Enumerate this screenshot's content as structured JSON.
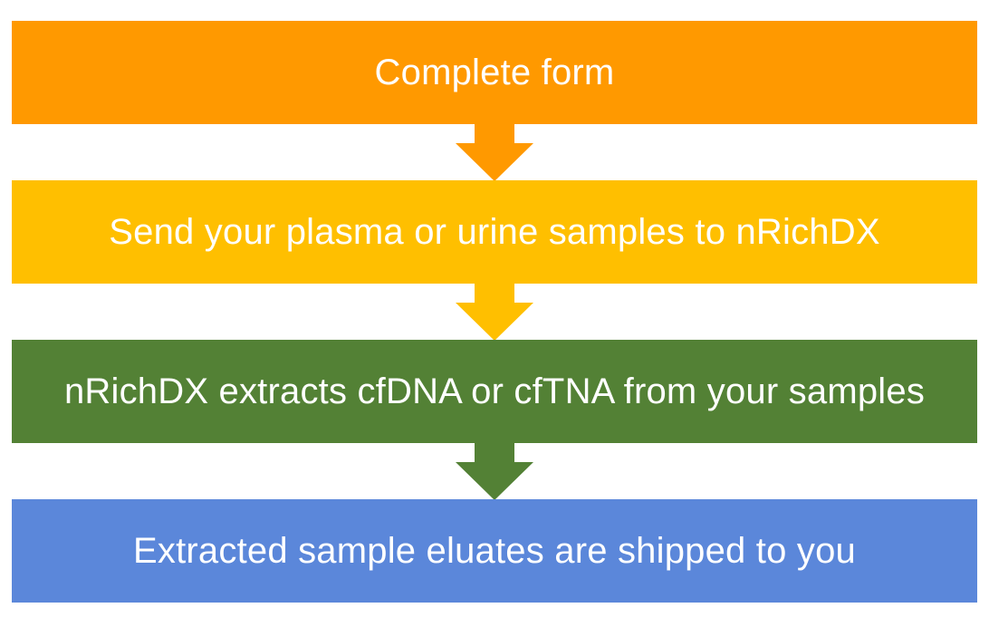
{
  "flowchart": {
    "steps": [
      {
        "label": "Complete form",
        "color": "#FF9900"
      },
      {
        "label": "Send your plasma or urine samples to nRichDX",
        "color": "#FFBF00"
      },
      {
        "label": "nRichDX extracts cfDNA or cfTNA from your samples",
        "color": "#538135"
      },
      {
        "label": "Extracted sample eluates are shipped to you",
        "color": "#5B87DA"
      }
    ],
    "arrows": [
      {
        "from": 1,
        "to": 2,
        "color": "#FF9900",
        "icon": "arrow-down-icon"
      },
      {
        "from": 2,
        "to": 3,
        "color": "#FFBF00",
        "icon": "arrow-down-icon"
      },
      {
        "from": 3,
        "to": 4,
        "color": "#538135",
        "icon": "arrow-down-icon"
      }
    ]
  }
}
